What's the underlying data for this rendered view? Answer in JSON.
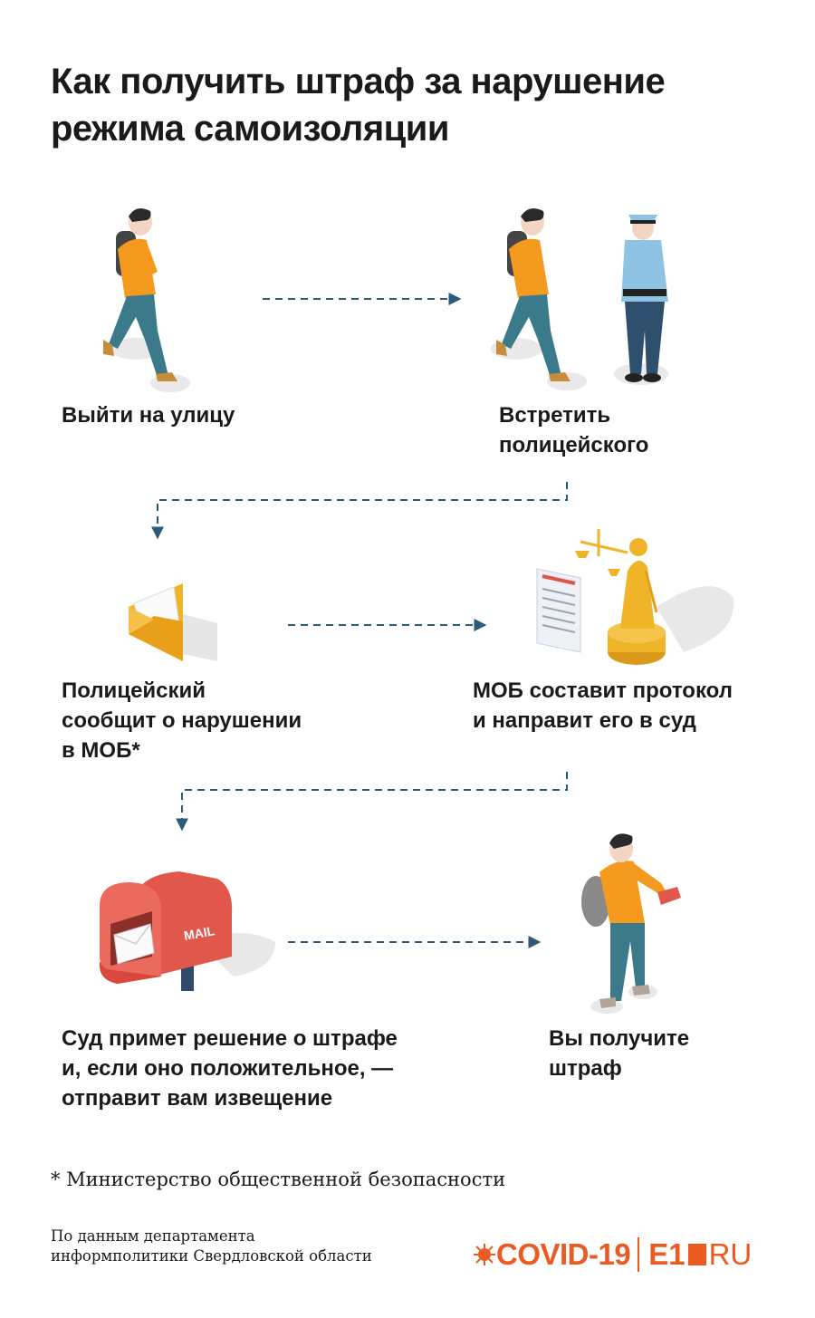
{
  "title": {
    "line1": "Как получить штраф за нарушение",
    "line2": "режима самоизоляции"
  },
  "steps": [
    {
      "lines": [
        "Выйти на улицу"
      ],
      "icon": "walking-person-icon"
    },
    {
      "lines": [
        "Встретить",
        "полицейского"
      ],
      "icon": "person-and-police-officer-icon"
    },
    {
      "lines": [
        "Полицейский",
        "сообщит о нарушении",
        "в МОБ*"
      ],
      "icon": "envelope-icon"
    },
    {
      "lines": [
        "МОБ составит протокол",
        "и направит его в суд"
      ],
      "icon": "justice-statue-icon"
    },
    {
      "lines": [
        "Суд примет решение о штрафе",
        "и, если оно положительное, —",
        "отправит вам извещение"
      ],
      "icon": "mailbox-icon",
      "mailbox_text": "MAIL"
    },
    {
      "lines": [
        "Вы получите",
        "штраф"
      ],
      "icon": "person-with-notice-icon"
    }
  ],
  "footnote": "* Министерство общественной безопасности",
  "source": {
    "line1": "По данным департамента",
    "line2": "информполитики Свердловской области"
  },
  "brand": {
    "covid": "COVID-19",
    "e1": "E1",
    "ru": "RU"
  },
  "colors": {
    "arrow": "#2b5a7a",
    "accent": "#ea5b24",
    "shirt": "#f39a1f",
    "jeans": "#3b7a8a",
    "gold": "#f0b429",
    "police_blue": "#8fc3e3",
    "mailbox_red": "#e2574c"
  }
}
